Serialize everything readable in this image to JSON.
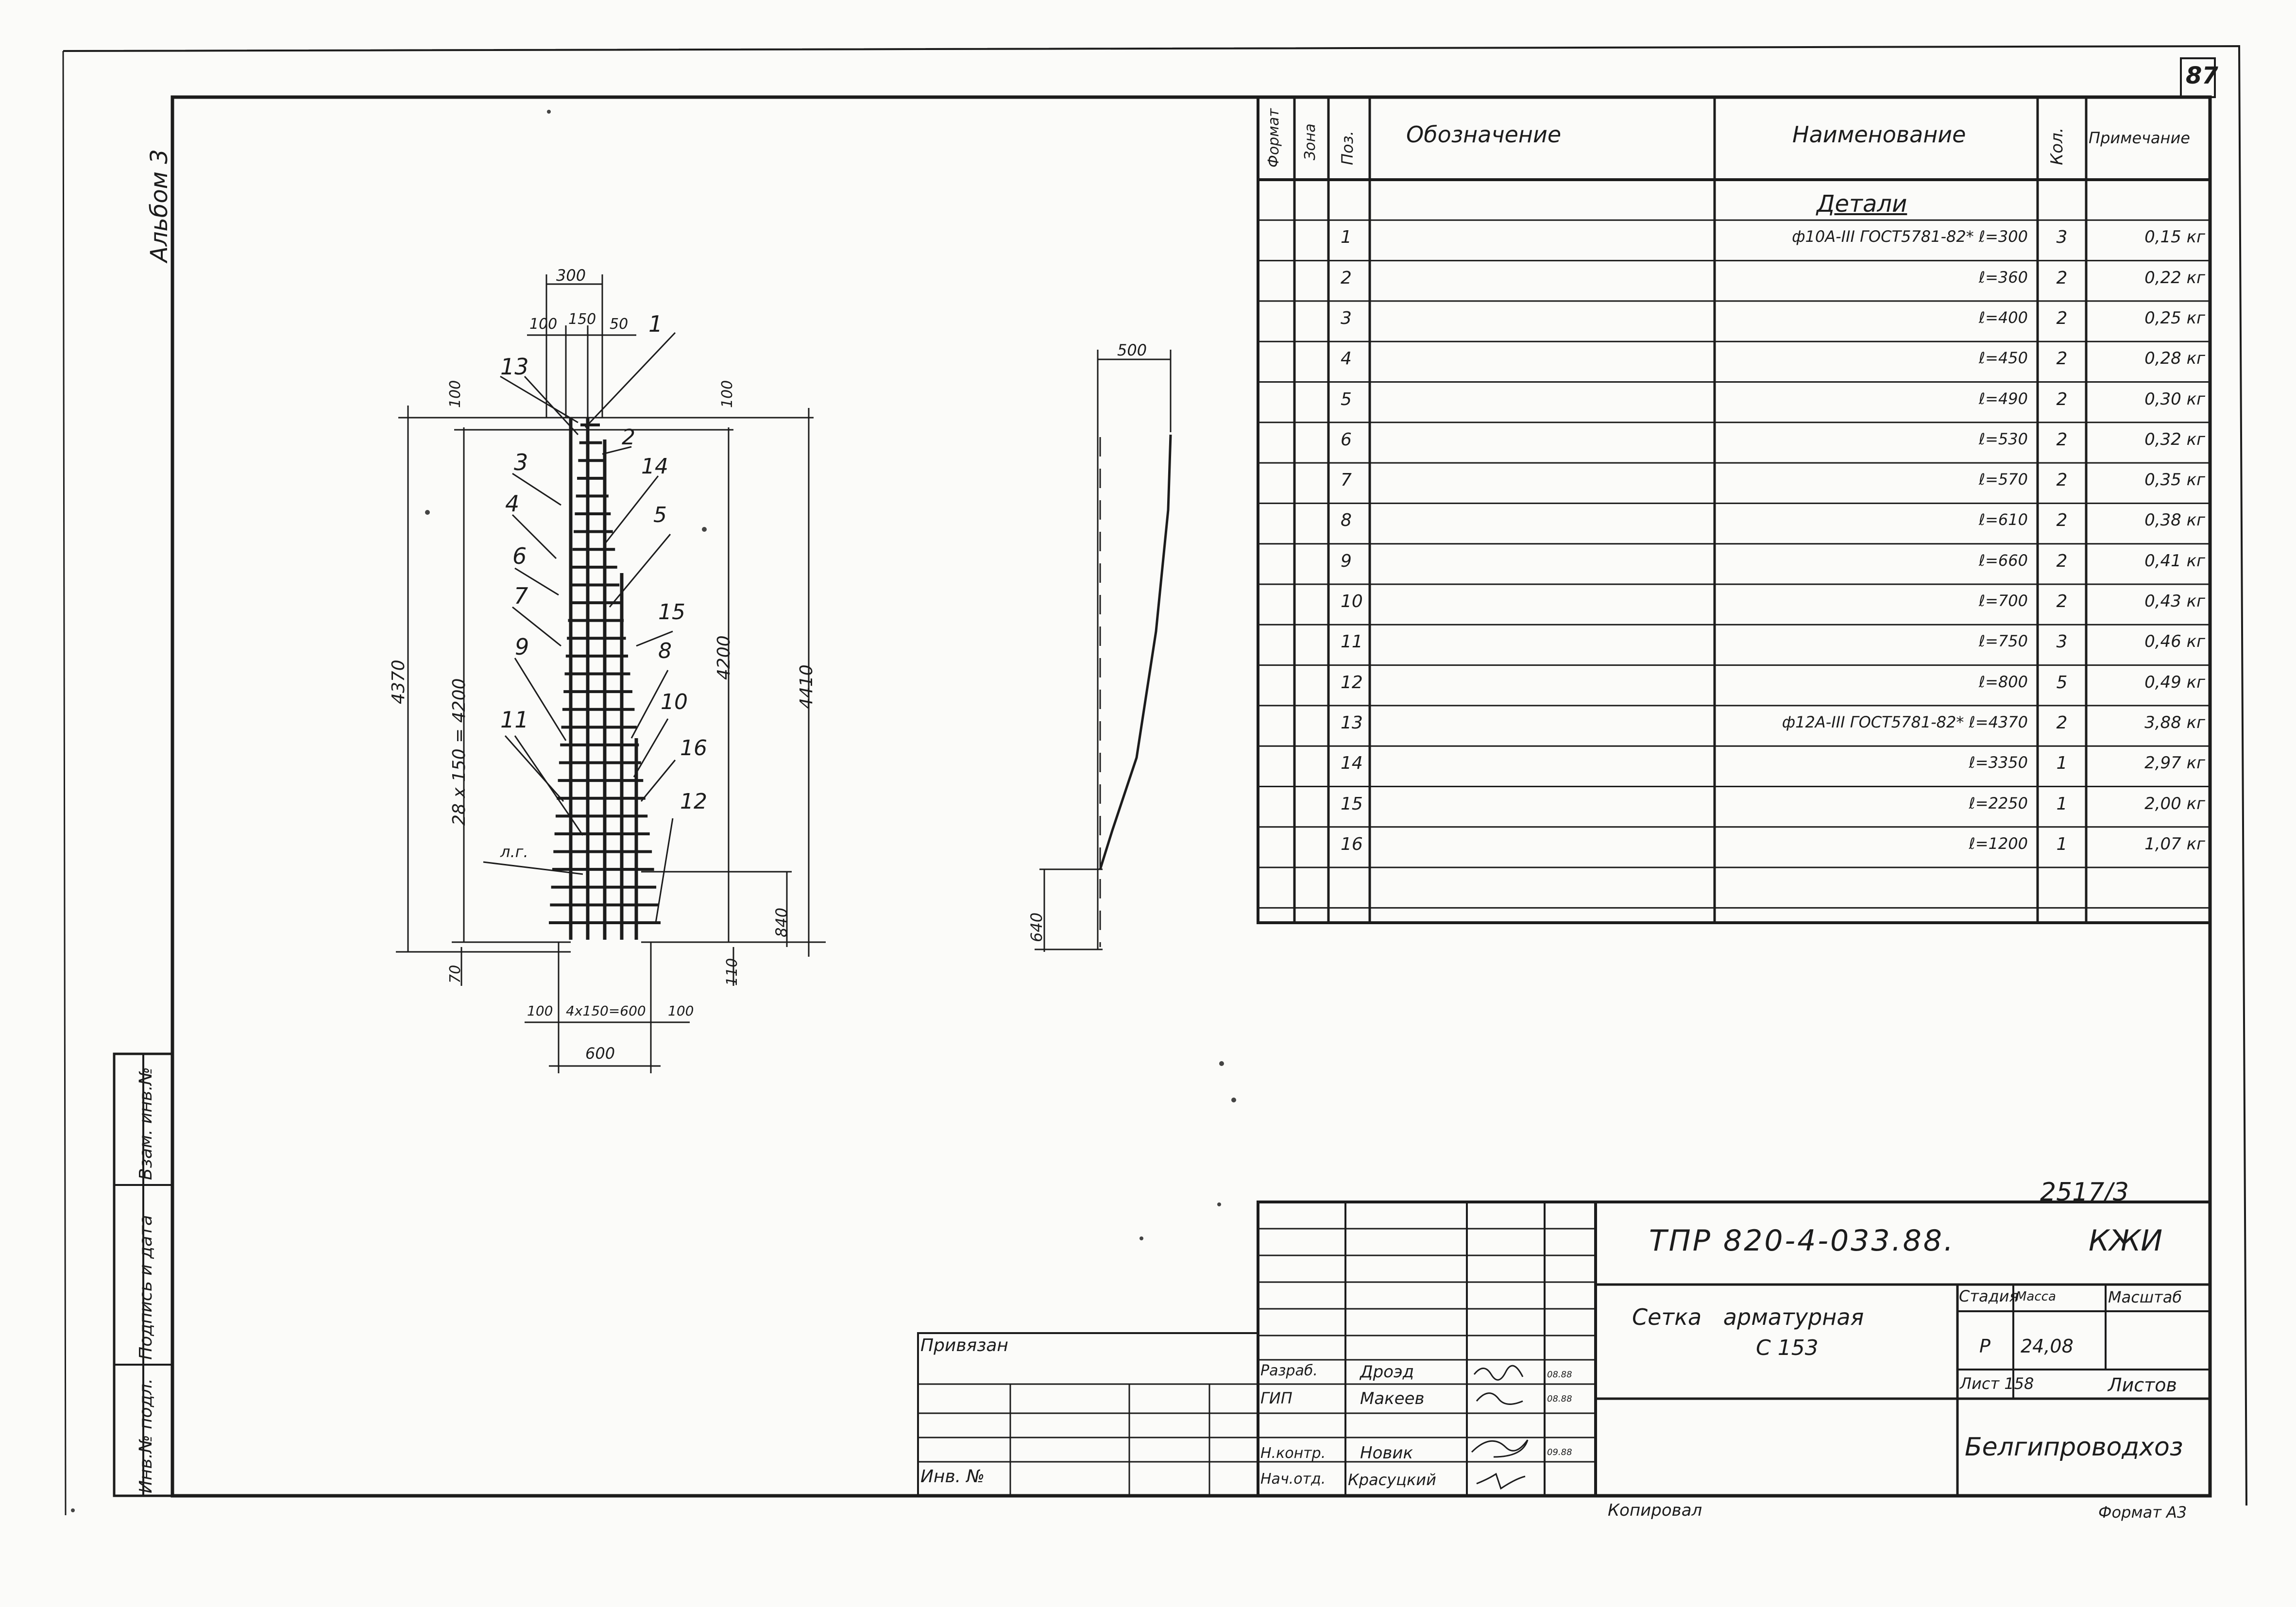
{
  "sheet": {
    "sheet_number": "87",
    "album_label": "Альбом 3",
    "side_stamp": [
      "Инв.№ подл.",
      "Подпись и дата",
      "Взам. инв.№"
    ]
  },
  "drawing": {
    "dims": {
      "top_total": "300",
      "top_split": [
        "100",
        "150",
        "50"
      ],
      "left_100": "100",
      "right_100": "100",
      "overall_left": "4370",
      "step_left": "28 x 150 = 4200",
      "mid_right": "4200",
      "overall_right": "4410",
      "bottom_left": "70",
      "bottom_right": "110",
      "lower_840": "840",
      "bottom_split": [
        "100",
        "4x150=600",
        "100"
      ],
      "bottom_total": "600",
      "side_top": "500",
      "side_bottom": "640"
    },
    "callouts_left": [
      "13",
      "3",
      "4",
      "6",
      "7",
      "9",
      "11"
    ],
    "callouts_right": [
      "1",
      "2",
      "14",
      "5",
      "15",
      "8",
      "10",
      "16",
      "12"
    ],
    "ground_label": "л.г."
  },
  "spec": {
    "headers": {
      "format": "Формат",
      "zone": "Зона",
      "pos": "Поз.",
      "designation": "Обозначение",
      "name": "Наименование",
      "qty": "Кол.",
      "note": "Примечание"
    },
    "section_title": "Детали",
    "rows": [
      {
        "pos": "1",
        "name": "ф10А-III ГОСТ5781-82* ℓ=300",
        "qty": "3",
        "note": "0,15 кг"
      },
      {
        "pos": "2",
        "name": "ℓ=360",
        "qty": "2",
        "note": "0,22 кг"
      },
      {
        "pos": "3",
        "name": "ℓ=400",
        "qty": "2",
        "note": "0,25 кг"
      },
      {
        "pos": "4",
        "name": "ℓ=450",
        "qty": "2",
        "note": "0,28 кг"
      },
      {
        "pos": "5",
        "name": "ℓ=490",
        "qty": "2",
        "note": "0,30 кг"
      },
      {
        "pos": "6",
        "name": "ℓ=530",
        "qty": "2",
        "note": "0,32 кг"
      },
      {
        "pos": "7",
        "name": "ℓ=570",
        "qty": "2",
        "note": "0,35 кг"
      },
      {
        "pos": "8",
        "name": "ℓ=610",
        "qty": "2",
        "note": "0,38 кг"
      },
      {
        "pos": "9",
        "name": "ℓ=660",
        "qty": "2",
        "note": "0,41 кг"
      },
      {
        "pos": "10",
        "name": "ℓ=700",
        "qty": "2",
        "note": "0,43 кг"
      },
      {
        "pos": "11",
        "name": "ℓ=750",
        "qty": "3",
        "note": "0,46 кг"
      },
      {
        "pos": "12",
        "name": "ℓ=800",
        "qty": "5",
        "note": "0,49 кг"
      },
      {
        "pos": "13",
        "name": "ф12А-III ГОСТ5781-82* ℓ=4370",
        "qty": "2",
        "note": "3,88 кг"
      },
      {
        "pos": "14",
        "name": "ℓ=3350",
        "qty": "1",
        "note": "2,97 кг"
      },
      {
        "pos": "15",
        "name": "ℓ=2250",
        "qty": "1",
        "note": "2,00 кг"
      },
      {
        "pos": "16",
        "name": "ℓ=1200",
        "qty": "1",
        "note": "1,07 кг"
      }
    ]
  },
  "title_block": {
    "series": "2517/3",
    "code": "ТПР 820-4-033.88.",
    "mark": "КЖИ",
    "title_line1": "Сетка арматурная",
    "title_line2": "С 153",
    "stage_label": "Стадия",
    "mass_label": "Масса",
    "scale_label": "Масштаб",
    "stage": "Р",
    "mass": "24,08",
    "sheet_label": "Лист 158",
    "sheets_label": "Листов",
    "org": "Белгипроводхоз",
    "roles": [
      {
        "role": "Разраб.",
        "name": "Дроэд",
        "date": "08.88"
      },
      {
        "role": "ГИП",
        "name": "Макеев",
        "date": "08.88"
      },
      {
        "role": "Н.контр.",
        "name": "Новик",
        "date": "09.88"
      },
      {
        "role": "Нач.отд.",
        "name": "Красуцкий",
        "date": ""
      }
    ],
    "attached_label": "Привязан",
    "inv_label": "Инв. №",
    "copied": "Копировал",
    "format": "Формат А3"
  }
}
